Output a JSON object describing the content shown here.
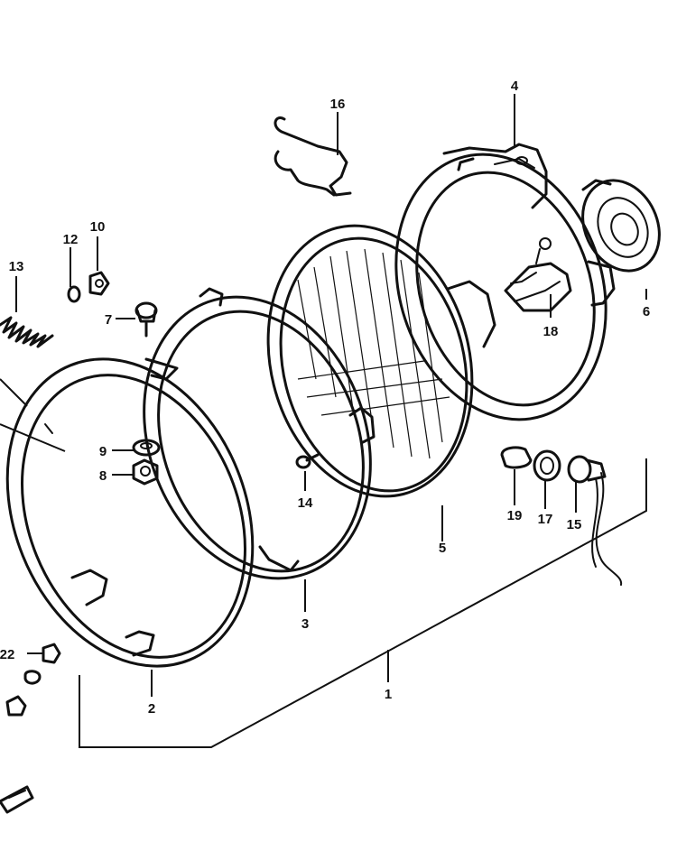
{
  "callouts": [
    {
      "id": "1",
      "label": "1"
    },
    {
      "id": "2",
      "label": "2"
    },
    {
      "id": "3",
      "label": "3"
    },
    {
      "id": "4",
      "label": "4"
    },
    {
      "id": "5",
      "label": "5"
    },
    {
      "id": "6",
      "label": "6"
    },
    {
      "id": "7",
      "label": "7"
    },
    {
      "id": "8",
      "label": "8"
    },
    {
      "id": "9",
      "label": "9"
    },
    {
      "id": "10",
      "label": "10"
    },
    {
      "id": "12",
      "label": "12"
    },
    {
      "id": "13",
      "label": "13"
    },
    {
      "id": "14",
      "label": "14"
    },
    {
      "id": "15",
      "label": "15"
    },
    {
      "id": "16",
      "label": "16"
    },
    {
      "id": "17",
      "label": "17"
    },
    {
      "id": "18",
      "label": "18"
    },
    {
      "id": "19",
      "label": "19"
    },
    {
      "id": "22",
      "label": "22"
    }
  ],
  "style": {
    "line_color": "#111111",
    "background": "#ffffff"
  }
}
